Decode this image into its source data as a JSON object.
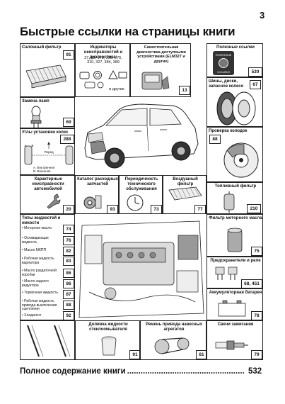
{
  "page_number": "3",
  "title": "Быстрые ссылки на страницы книги",
  "tiles": {
    "cabin_filter": {
      "label": "Салонный фильтр",
      "page": "91"
    },
    "fault_indicators": {
      "label": "Индикаторы неисправностей и диагностика:",
      "pages_line1": "27, 33, 178, 255, 276,",
      "pages_line2": "310, 327, 384, 389",
      "more": "и другие"
    },
    "self_diagnostics": {
      "label": "Самостоятельная диагностика доступными устройствами (ELM327 и другие)",
      "page": "13"
    },
    "useful_links": {
      "label": "Полезные ссылки",
      "badge_line1": "ПОЛЕЗНЫЕ",
      "badge_line2": "ССЫЛКИ",
      "page": "530"
    },
    "lamp_replacement": {
      "label": "Замена ламп",
      "page": "69"
    },
    "wheels": {
      "label": "Шины, диски, запасное колесо",
      "page": "67"
    },
    "brake_check": {
      "label": "Проверка колодок",
      "page": "88"
    },
    "wheel_alignment": {
      "label": "Углы установки колес",
      "page": "288",
      "front_label": "Перед",
      "legend_a": "А. Внутренняя",
      "legend_b": "В. Внешняя",
      "mark_a": "A",
      "mark_b": "B"
    },
    "faults": {
      "label": "Характерные неисправности автомобилей",
      "page": "20"
    },
    "parts_catalog": {
      "label": "Каталог расходных запчастей",
      "page": "93"
    },
    "maintenance": {
      "label": "Периодичность технического обслуживания",
      "page": "73"
    },
    "air_filter": {
      "label": "Воздушный фильтр",
      "page": "77"
    },
    "fuel_filter": {
      "label": "Топливный фильтр",
      "page": "210"
    },
    "fluids": {
      "label": "Типы жидкостей и емкости",
      "items": [
        {
          "text": "• Моторное масло",
          "page": "74"
        },
        {
          "text": "• Охлаждающая жидкость",
          "page": "76"
        },
        {
          "text": "• Масло МКПП",
          "page": "82"
        },
        {
          "text": "• Рабочая жидкость вариатора",
          "page": "83"
        },
        {
          "text": "• Масло раздаточной коробки",
          "page": "86"
        },
        {
          "text": "• Масло заднего редуктора",
          "page": "86"
        },
        {
          "text": "• Тормозная жидкость",
          "page": "87"
        },
        {
          "text": "• Рабочая жидкость привода выключения сцепления",
          "page": "88"
        },
        {
          "text": "• Хладагент",
          "page": "92"
        }
      ]
    },
    "oil_filter": {
      "label": "Фильтр моторного масла",
      "page": "75"
    },
    "fuses": {
      "label": "Предохранители и реле",
      "page": "68, 451"
    },
    "battery": {
      "label": "Аккумуляторная батарея",
      "page": "78"
    },
    "washer_fluid": {
      "label": "Доливка жидкости стеклоомывателя",
      "page": "91"
    },
    "drive_belt": {
      "label": "Ремень привода навесных агрегатов",
      "page": "81"
    },
    "spark_plugs": {
      "label": "Свечи зажигания",
      "page": "79"
    }
  },
  "footer": {
    "label": "Полное содержание книги",
    "dots": "................................................................................................................",
    "page": "532"
  }
}
